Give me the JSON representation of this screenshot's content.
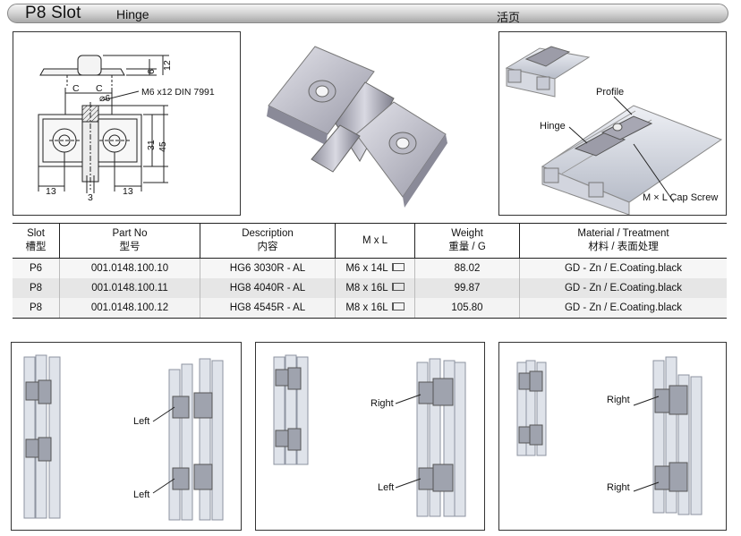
{
  "header": {
    "title": "P8 Slot",
    "subtitle": "Hinge",
    "title_cn": "活页"
  },
  "drawing": {
    "screw_label": "M6 x12 DIN 7991",
    "dim_c1": "C",
    "dim_c2": "C",
    "dim_dia": "⌀6",
    "dim_6": "6",
    "dim_12": "12",
    "dim_31": "31",
    "dim_45": "45",
    "dim_13a": "13",
    "dim_3": "3",
    "dim_13b": "13"
  },
  "assembly": {
    "profile_label": "Profile",
    "hinge_label": "Hinge",
    "screw_label": "M × L Cap Screw"
  },
  "table": {
    "headers": [
      {
        "en": "Slot",
        "cn": "槽型"
      },
      {
        "en": "Part No",
        "cn": "型号"
      },
      {
        "en": "Description",
        "cn": "内容"
      },
      {
        "en": "M x L",
        "cn": ""
      },
      {
        "en": "Weight",
        "cn": "重量 / G"
      },
      {
        "en": "Material / Treatment",
        "cn": "材料 / 表面处理"
      }
    ],
    "rows": [
      {
        "slot": "P6",
        "part": "001.0148.100.10",
        "desc": "HG6 3030R - AL",
        "mxl": "M6 x 14L",
        "weight": "88.02",
        "material": "GD - Zn / E.Coating.black"
      },
      {
        "slot": "P8",
        "part": "001.0148.100.11",
        "desc": "HG8 4040R - AL",
        "mxl": "M8 x 16L",
        "weight": "99.87",
        "material": "GD - Zn / E.Coating.black"
      },
      {
        "slot": "P8",
        "part": "001.0148.100.12",
        "desc": "HG8 4545R - AL",
        "mxl": "M8 x 16L",
        "weight": "105.80",
        "material": "GD - Zn / E.Coating.black"
      }
    ]
  },
  "panels": {
    "p1": {
      "label_top": "Left",
      "label_bottom": "Left"
    },
    "p2": {
      "label_top": "Right",
      "label_bottom": "Left"
    },
    "p3": {
      "label_top": "Right",
      "label_bottom": "Right"
    }
  }
}
